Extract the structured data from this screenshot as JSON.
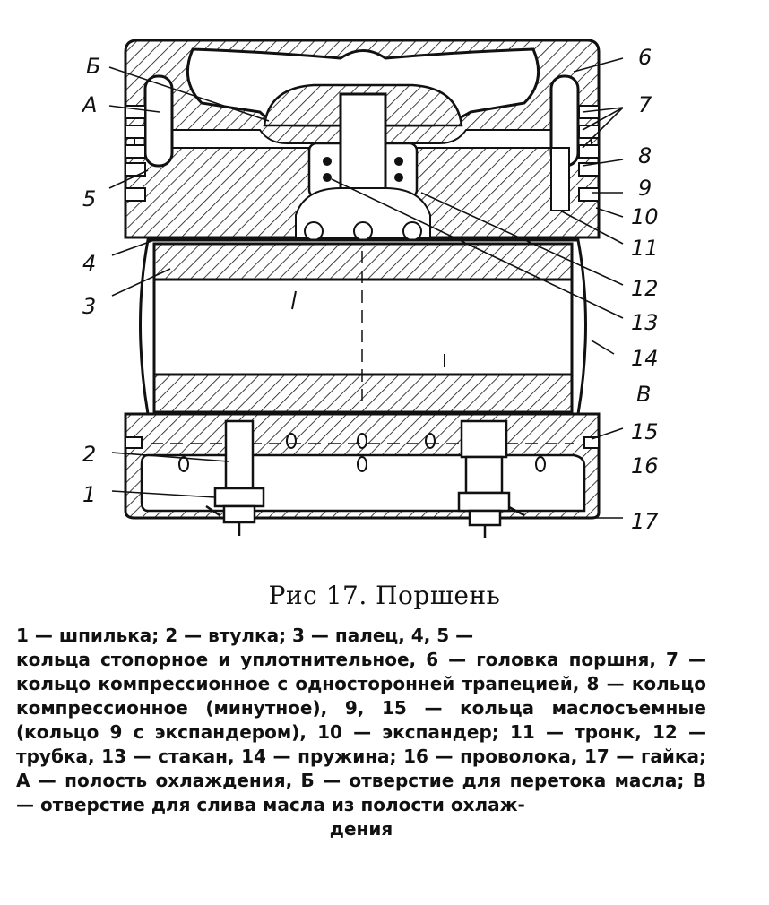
{
  "figure": {
    "labels": {
      "b": "Б",
      "a": "А",
      "l5": "5",
      "l4": "4",
      "l3": "3",
      "l2": "2",
      "l1": "1",
      "l6": "6",
      "l7": "7",
      "l8": "8",
      "l9": "9",
      "l10": "10",
      "l11": "11",
      "l12": "12",
      "l13": "13",
      "l14": "14",
      "v": "В",
      "l15": "15",
      "l16": "16",
      "l17": "17"
    }
  },
  "caption": "Рис 17. Поршень",
  "legend": {
    "lines": [
      "1 — шпилька;   2 — втулка;   3 — палец,   4,   5 —",
      "кольца стопорное и уплотнительное, 6 — головка поршня, 7 — кольцо компрессионное с односторонней трапецией, 8 — кольцо компрессионное (минутное), 9, 15 — кольца маслосъемные (кольцо 9 с экспандером), 10 — экспандер; 11 — тронк, 12 — трубка, 13 — стакан, 14 — пружина; 16 — проволока, 17 — гайка; А — полость охлаждения, Б — отверстие для перетока масла; В — отверстие для слива масла из полости охлаж-"
    ],
    "last": "дения"
  }
}
